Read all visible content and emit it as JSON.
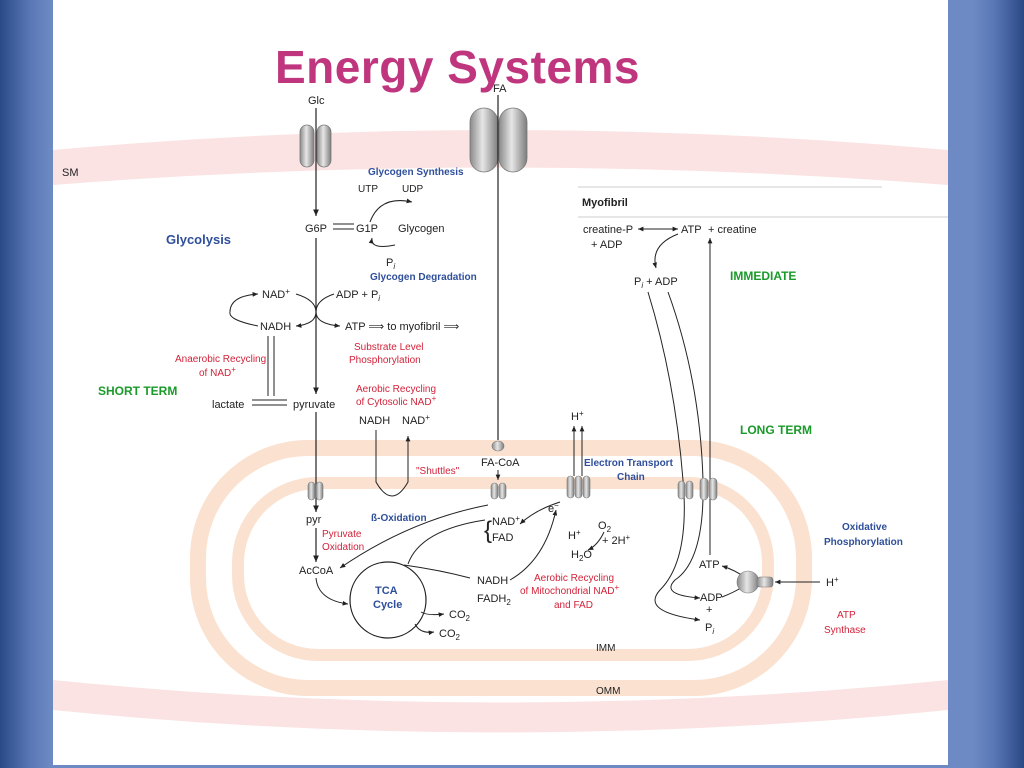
{
  "slide": {
    "title": "Energy Systems"
  },
  "diagram": {
    "membranes": {
      "sm": "SM",
      "imm": "IMM",
      "omm": "OMM"
    },
    "transport": {
      "glc": "Glc",
      "fa": "FA"
    },
    "glycolysis": {
      "title": "Glycolysis",
      "g6p": "G6P",
      "g1p": "G1P",
      "glycogen": "Glycogen",
      "pi": "P",
      "pi_sub": "i",
      "nad": "NAD",
      "nad_sup": "+",
      "nadh": "NADH",
      "adp_pi": "ADP + P",
      "adp_pi_sub": "i",
      "atp_to_myofibril": "ATP ⟹ to myofibril ⟹",
      "substrate_level_1": "Substrate Level",
      "substrate_level_2": "Phosphorylation",
      "anaerobic_1": "Anaerobic Recycling",
      "anaerobic_2": "of NAD",
      "anaerobic_2_sup": "+",
      "lactate": "lactate",
      "pyruvate": "pyruvate"
    },
    "glycogen": {
      "synthesis": "Glycogen Synthesis",
      "utp": "UTP",
      "udp": "UDP",
      "degradation": "Glycogen Degradation"
    },
    "myofibril": {
      "title": "Myofibril",
      "creatine_p": "creatine-P",
      "plus_adp": "+ ADP",
      "atp": "ATP",
      "plus_creatine": "+  creatine",
      "pi_adp": "P",
      "pi_adp_sub": "i",
      "pi_adp_rest": " + ADP"
    },
    "terms": {
      "immediate": "IMMEDIATE",
      "short_term": "SHORT TERM",
      "long_term": "LONG TERM"
    },
    "cytosolic": {
      "aerobic_1": "Aerobic Recycling",
      "aerobic_2": "of Cytosolic NAD",
      "aerobic_2_sup": "+",
      "nadh": "NADH",
      "nad": "NAD",
      "nad_sup": "+",
      "shuttles": "\"Shuttles\""
    },
    "mito": {
      "fa_coa": "FA-CoA",
      "beta_ox": "ß-Oxidation",
      "pyr": "pyr",
      "pyruvate_ox_1": "Pyruvate",
      "pyruvate_ox_2": "Oxidation",
      "accoa": "AcCoA",
      "tca_1": "TCA",
      "tca_2": "Cycle",
      "co2": "CO",
      "co2_sub": "2",
      "nad_plus": "NAD",
      "nad_plus_sup": "+",
      "fad": "FAD",
      "nadh": "NADH",
      "fadh2": "FADH",
      "fadh2_sub": "2",
      "electron": "e",
      "electron_sup": "−",
      "h_plus": "H",
      "h_plus_sup": "+",
      "o2": "O",
      "o2_sub": "2",
      "plus_2h": "+ 2H",
      "plus_2h_sup": "+",
      "h2o": "H",
      "h2o_sub": "2",
      "h2o_rest": "O",
      "etc_1": "Electron Transport",
      "etc_2": "Chain",
      "h_top": "H",
      "h_top_sup": "+",
      "aerobic_m1": "Aerobic Recycling",
      "aerobic_m2": "of Mitochondrial NAD",
      "aerobic_m2_sup": "+",
      "aerobic_m3": "and FAD"
    },
    "oxphos": {
      "title_1": "Oxidative",
      "title_2": "Phosphorylation",
      "atp": "ATP",
      "adp": "ADP",
      "plus": "+",
      "pi": "P",
      "pi_sub": "i",
      "h_plus": "H",
      "h_plus_sup": "+",
      "atp_synthase_1": "ATP",
      "atp_synthase_2": "Synthase"
    },
    "colors": {
      "title": "#c0367e",
      "blue_label": "#2f4f9a",
      "green_label": "#1a9a2a",
      "red_label": "#d2233a",
      "membrane": "#f7d6d6"
    }
  }
}
